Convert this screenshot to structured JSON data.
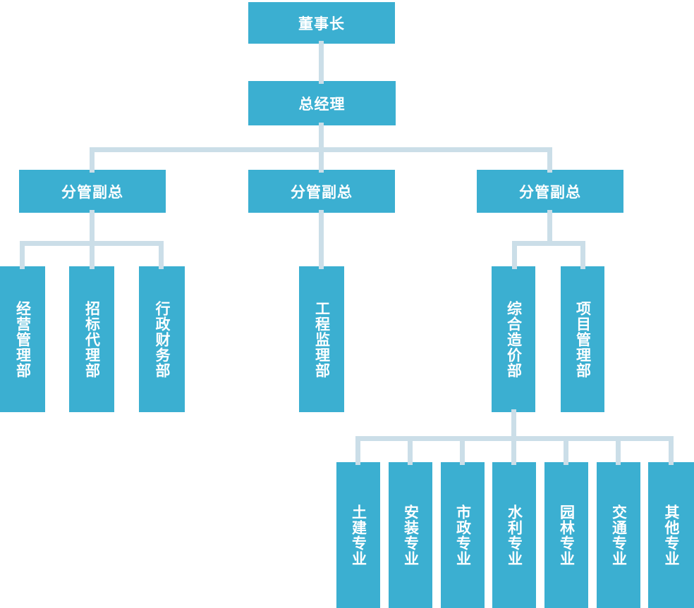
{
  "colors": {
    "box-fill": "#3bafd1",
    "connector": "#cbdee8",
    "box-text": "#ffffff",
    "background": "#ffffff"
  },
  "org": {
    "chairman": {
      "label": "董事长"
    },
    "general_manager": {
      "label": "总经理"
    },
    "deputies": [
      {
        "label": "分管副总"
      },
      {
        "label": "分管副总"
      },
      {
        "label": "分管副总"
      }
    ],
    "departments": [
      {
        "label": "经营管理部"
      },
      {
        "label": "招标代理部"
      },
      {
        "label": "行政财务部"
      },
      {
        "label": "工程监理部"
      },
      {
        "label": "综合造价部"
      },
      {
        "label": "项目管理部"
      }
    ],
    "specialties": [
      {
        "label": "土建专业"
      },
      {
        "label": "安装专业"
      },
      {
        "label": "市政专业"
      },
      {
        "label": "水利专业"
      },
      {
        "label": "园林专业"
      },
      {
        "label": "交通专业"
      },
      {
        "label": "其他专业"
      }
    ]
  }
}
